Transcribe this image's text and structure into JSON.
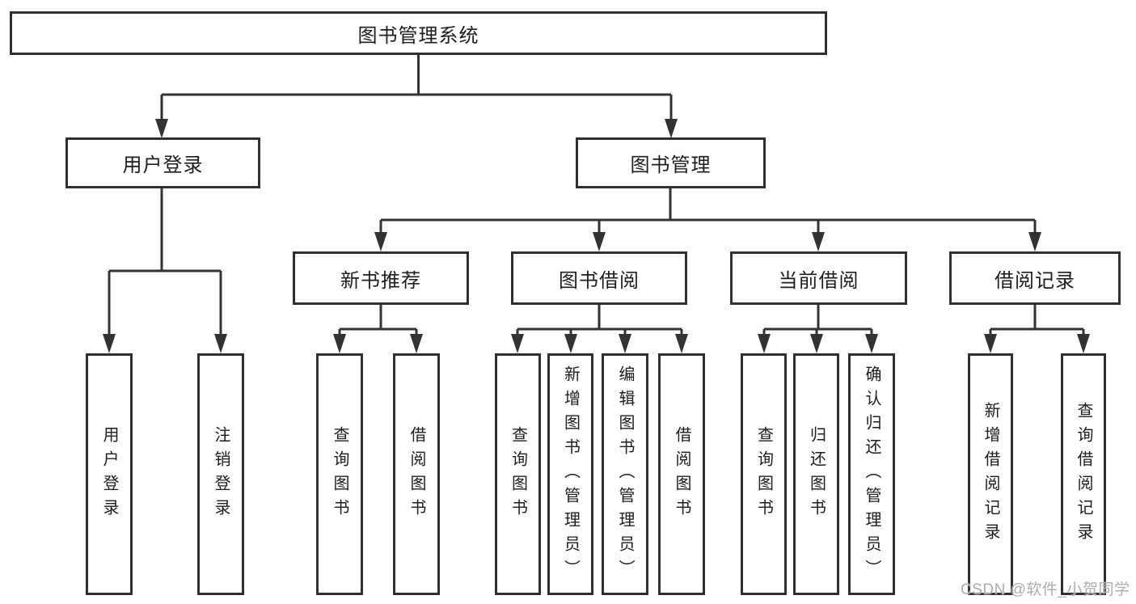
{
  "diagram": {
    "root": {
      "label": "图书管理系统"
    },
    "branches": [
      {
        "label": "用户登录",
        "children": [
          {
            "label": "用户登录"
          },
          {
            "label": "注销登录"
          }
        ]
      },
      {
        "label": "图书管理",
        "children": [
          {
            "label": "新书推荐",
            "children": [
              {
                "label": "查询图书"
              },
              {
                "label": "借阅图书"
              }
            ]
          },
          {
            "label": "图书借阅",
            "children": [
              {
                "label": "查询图书"
              },
              {
                "label": "新增图书（管理员）"
              },
              {
                "label": "编辑图书（管理员）"
              },
              {
                "label": "借阅图书"
              }
            ]
          },
          {
            "label": "当前借阅",
            "children": [
              {
                "label": "查询图书"
              },
              {
                "label": "归还图书"
              },
              {
                "label": "确认归还（管理员）"
              }
            ]
          },
          {
            "label": "借阅记录",
            "children": [
              {
                "label": "新增借阅记录"
              },
              {
                "label": "查询借阅记录"
              }
            ]
          }
        ]
      }
    ]
  },
  "watermark": {
    "text": "CSDN @软件_小贺同学"
  },
  "colors": {
    "background": "#ffffff",
    "box_border": "#2f2f2f",
    "line": "#333333",
    "text": "#1d1d1d",
    "watermark": "#adadad"
  }
}
